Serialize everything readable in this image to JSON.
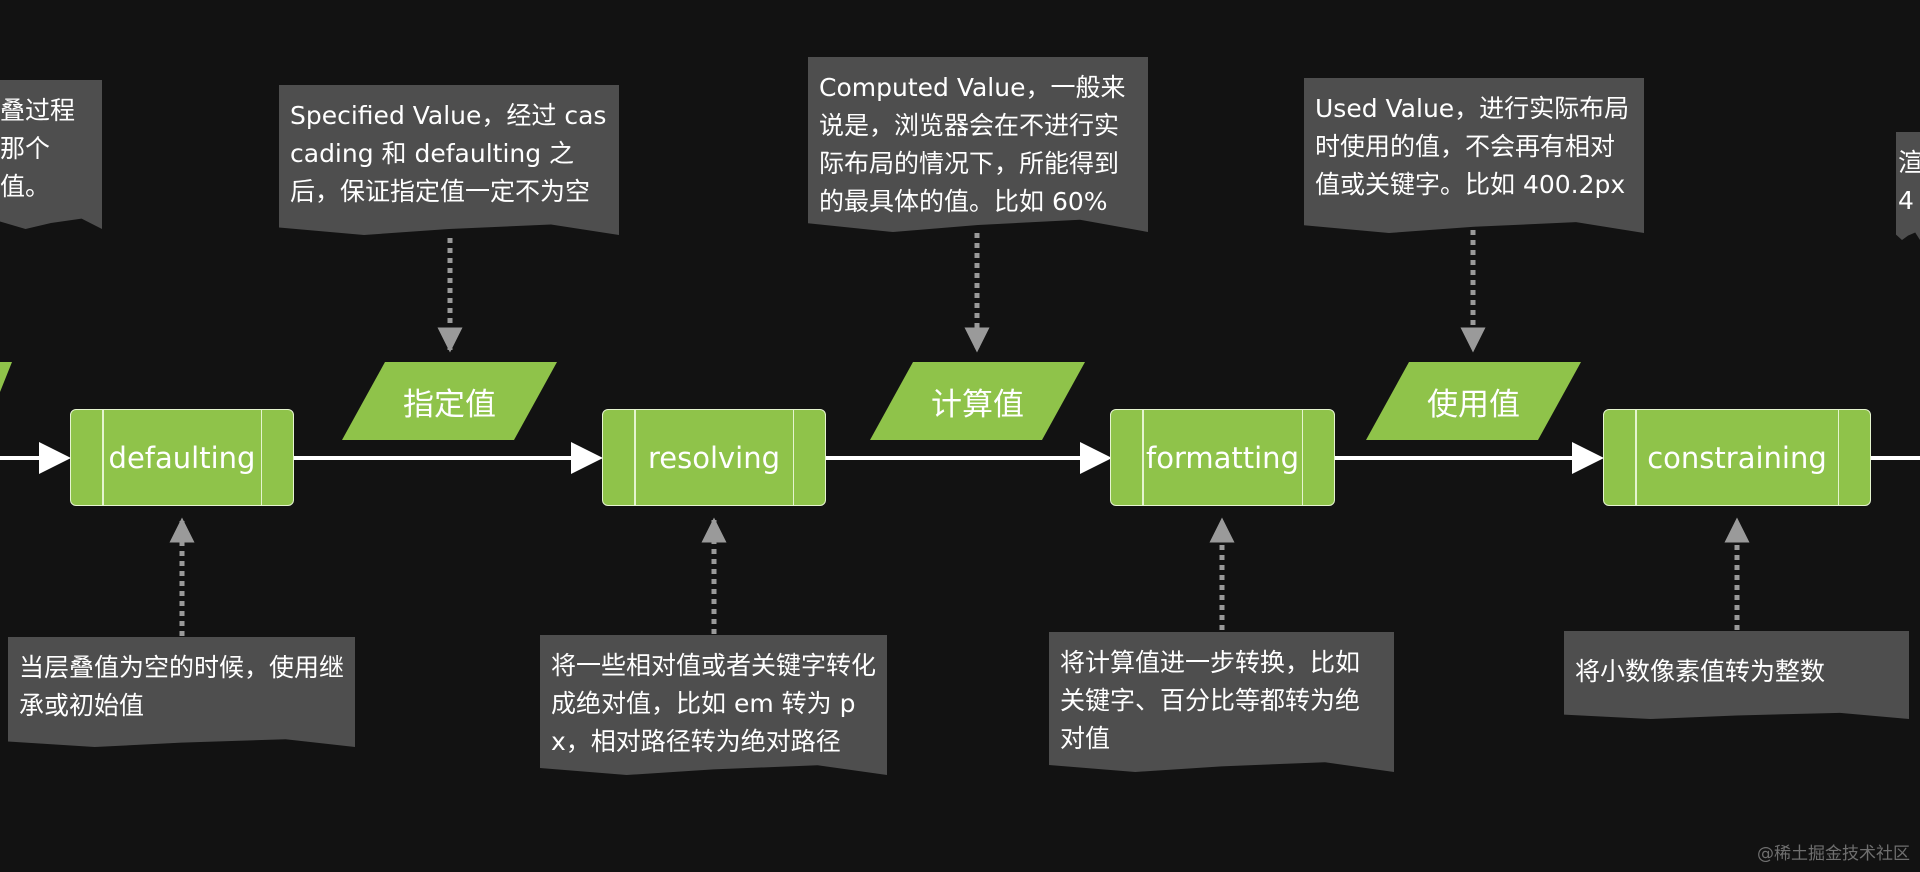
{
  "notes": {
    "cascaded_partial": [
      "叠过程",
      "那个值。"
    ],
    "specified": "Specified Value，经过 cascading 和 defaulting 之后，保证指定值一定不为空",
    "computed": "Computed Value，一般来说是，浏览器会在不进行实际布局的情况下，所能得到的最具体的值。比如 60%",
    "used": "Used Value，进行实际布局时使用的值，不会再有相对值或关键字。比如 400.2px",
    "actual_partial": [
      "渲",
      "4"
    ],
    "defaulting_desc": "当层叠值为空的时候，使用继承或初始值",
    "resolving_desc": "将一些相对值或者关键字转化成绝对值，比如 em 转为 px，相对路径转为绝对路径",
    "formatting_desc": "将计算值进一步转换，比如关键字、百分比等都转为绝对值",
    "constraining_desc": "将小数像素值转为整数"
  },
  "processes": {
    "defaulting": "defaulting",
    "resolving": "resolving",
    "formatting": "formatting",
    "constraining": "constraining"
  },
  "values": {
    "specified": "指定值",
    "computed": "计算值",
    "used": "使用值"
  },
  "watermark": "@稀土掘金技术社区",
  "colors": {
    "background": "#121212",
    "note": "#4e4e4e",
    "process": "#8fc34a",
    "arrow": "#ffffff",
    "dotted": "#9a9a9a"
  }
}
